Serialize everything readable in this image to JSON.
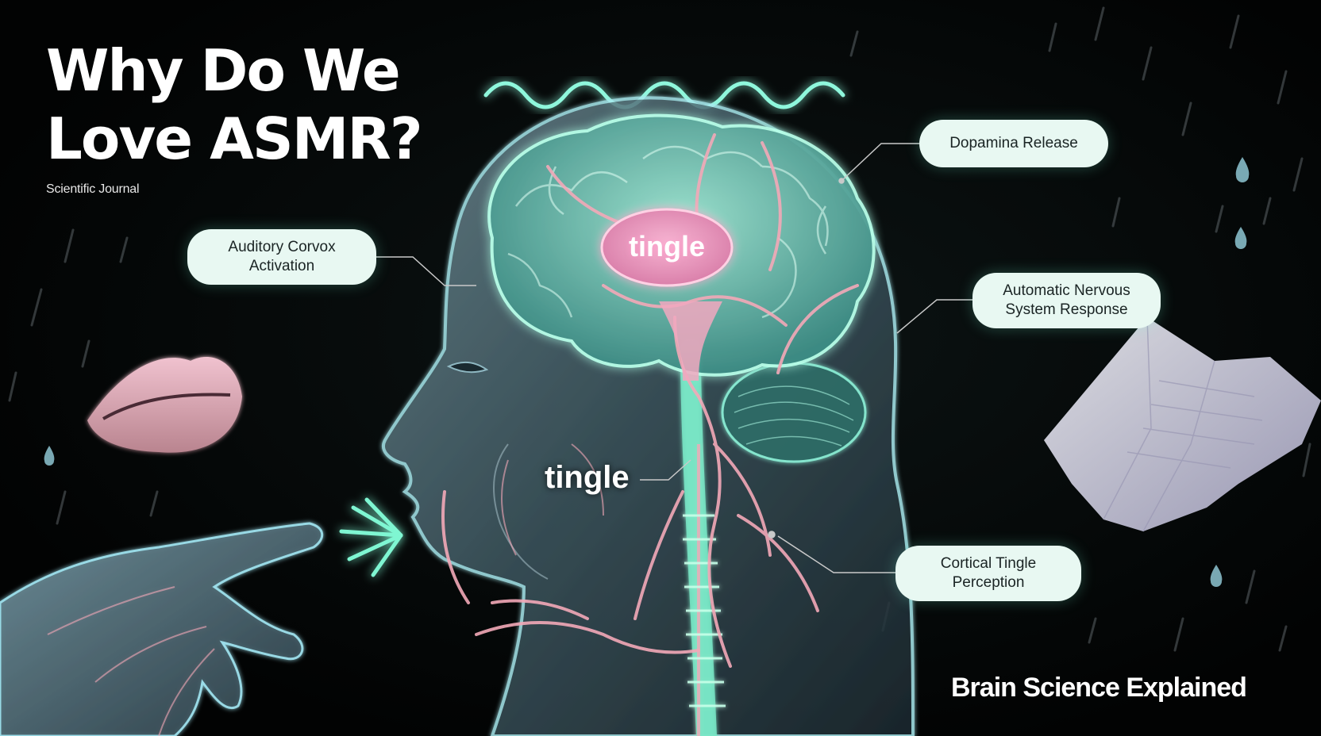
{
  "header": {
    "title": "Why Do We Love ASMR?",
    "subtitle": "Scientific Journal"
  },
  "labels": {
    "dopamine": "Dopamina Release",
    "auditory": "Auditory Corvox Activation",
    "autonomic": "Automatic Nervous System Response",
    "cortical": "Cortical Tingle Perception",
    "tingle_brain": "tingle",
    "tingle_face": "tingle"
  },
  "footer": {
    "text": "Brain Science Explained"
  },
  "colors": {
    "background": "#030405",
    "glow_teal": "#7dffd8",
    "nerve_pink": "#f3a9b8",
    "callout_bg": "#e8f8f2",
    "tingle_pink": "#f0a0c8"
  },
  "icons": [
    "lips-icon",
    "hand-icon",
    "sound-burst-icon",
    "crumpled-paper-icon",
    "raindrop-icon",
    "sound-wave-icon"
  ]
}
